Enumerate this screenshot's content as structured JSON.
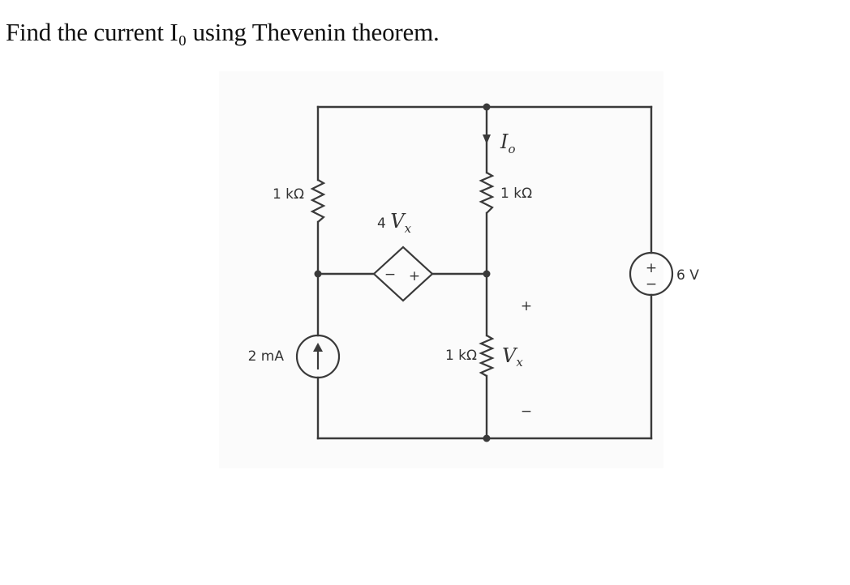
{
  "question": "Find the current I₀ using Thevenin theorem.",
  "circuit": {
    "r_left": "1 kΩ",
    "r_top_middle": "1 kΩ",
    "r_bottom_middle": "1 kΩ",
    "current_source": "2 mA",
    "voltage_source": "6 V",
    "dependent_source": {
      "coef": "4 ",
      "var": "V",
      "sub": "x"
    },
    "current_label": {
      "var": "I",
      "sub": "o"
    },
    "vx_label": {
      "var": "V",
      "sub": "x"
    },
    "vx_plus": "+",
    "vx_minus": "−",
    "vsrc_plus": "+",
    "vsrc_minus": "−",
    "dep_minus": "−",
    "dep_plus": "+"
  }
}
